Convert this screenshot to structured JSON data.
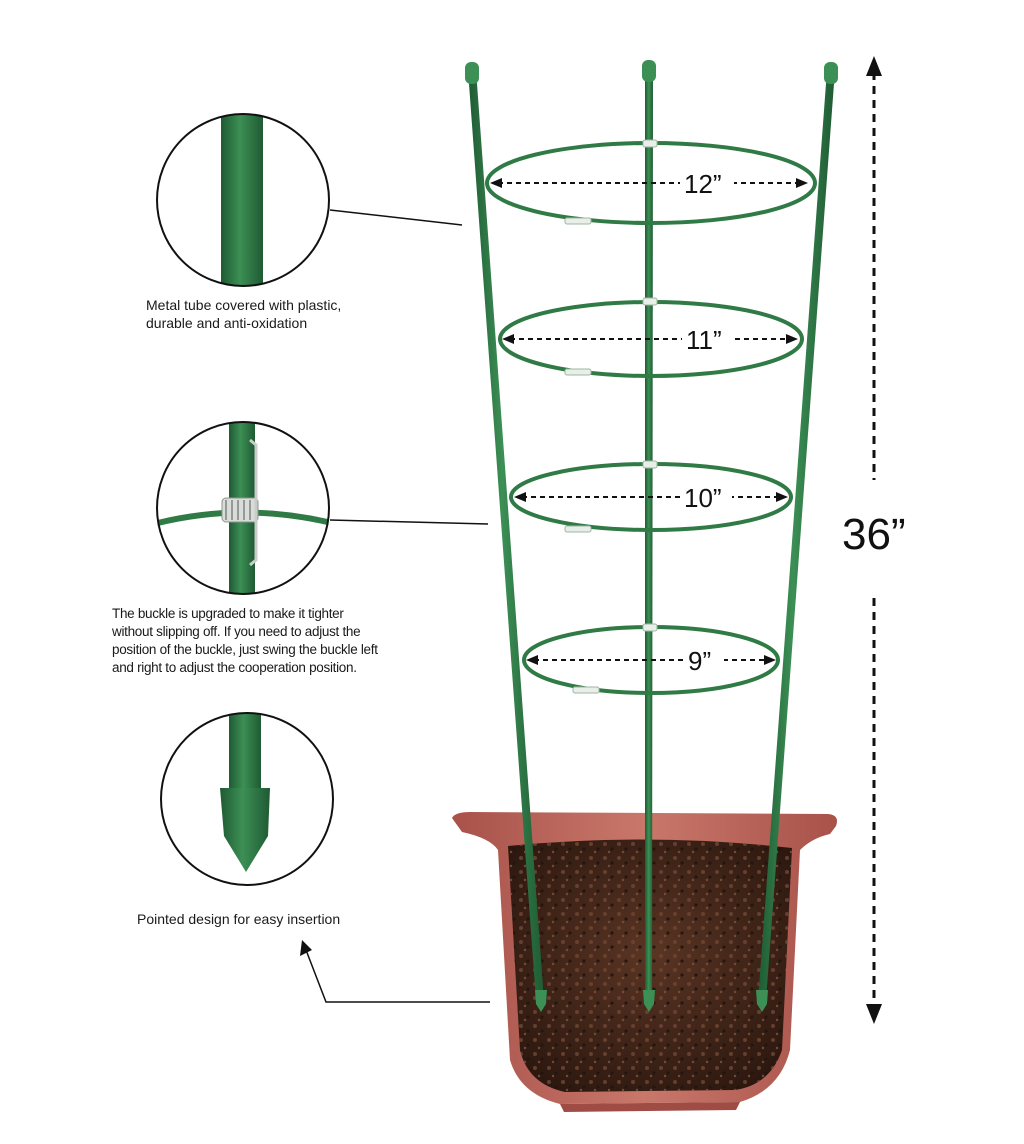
{
  "rings": [
    {
      "label": "12”"
    },
    {
      "label": "11”"
    },
    {
      "label": "10”"
    },
    {
      "label": "9”"
    }
  ],
  "height_label": "36”",
  "callouts": [
    {
      "name": "tube",
      "text": [
        "Metal tube covered with plastic,",
        "durable and anti-oxidation"
      ]
    },
    {
      "name": "buckle",
      "text": [
        "The buckle is upgraded to make it tighter",
        "without slipping off. If you need to adjust the",
        "position of the buckle, just swing the buckle left",
        "and right to adjust the cooperation position."
      ]
    },
    {
      "name": "tip",
      "text": [
        "Pointed design for easy insertion"
      ]
    }
  ],
  "colors": {
    "stake": "#2f7a45",
    "stake_dark": "#1f5a33",
    "pot": "#c2675c",
    "pot_dark": "#9e4c44",
    "soil": "#3e2418",
    "line": "#111111"
  }
}
